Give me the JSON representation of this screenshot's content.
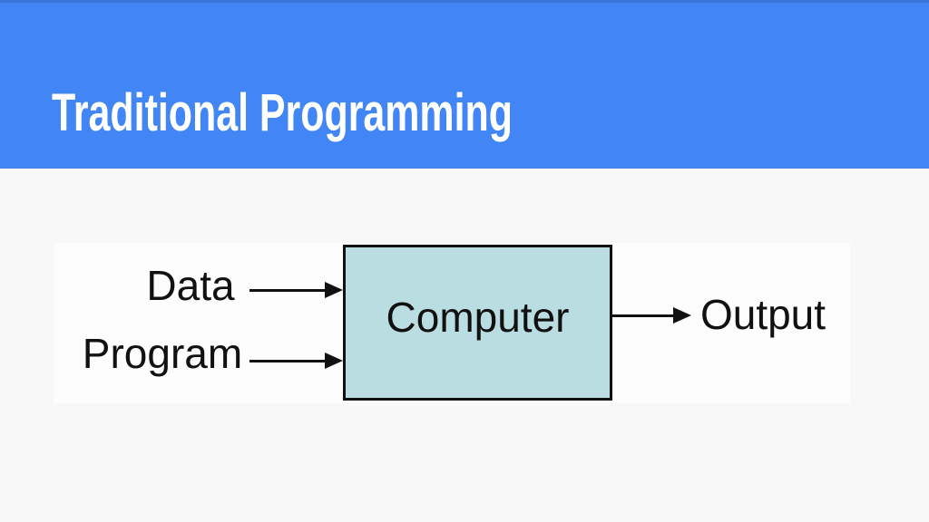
{
  "slide": {
    "title": "Traditional Programming"
  },
  "diagram": {
    "input_labels": [
      "Data",
      "Program"
    ],
    "box_label": "Computer",
    "output_label": "Output"
  },
  "colors": {
    "header_background": "#4285f4",
    "header_top_edge": "#3a75dc",
    "title_color": "#ffffff",
    "page_background": "#f8f8f8",
    "panel_background": "#fdfdfd",
    "box_fill": "#badde2",
    "box_border": "#111111",
    "text_color": "#111111",
    "arrow_color": "#111111"
  }
}
